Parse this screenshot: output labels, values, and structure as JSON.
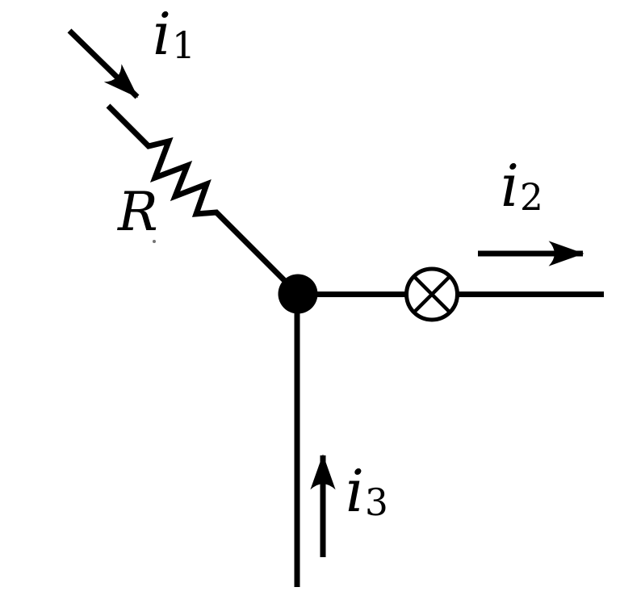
{
  "diagram_type": "circuit-junction-kirchhoff-current-law",
  "colors": {
    "ink": "#000000",
    "background": "#ffffff"
  },
  "labels": {
    "i1": {
      "base": "i",
      "sub": "1"
    },
    "i2": {
      "base": "i",
      "sub": "2"
    },
    "i3": {
      "base": "i",
      "sub": "3"
    },
    "resistor": {
      "text": "R"
    }
  },
  "symbols": {
    "junction": "filled-node-dot",
    "lamp": "circle-with-diagonal-cross ⊗",
    "resistor": "zigzag",
    "arrowhead": "concave-back-triangle"
  }
}
